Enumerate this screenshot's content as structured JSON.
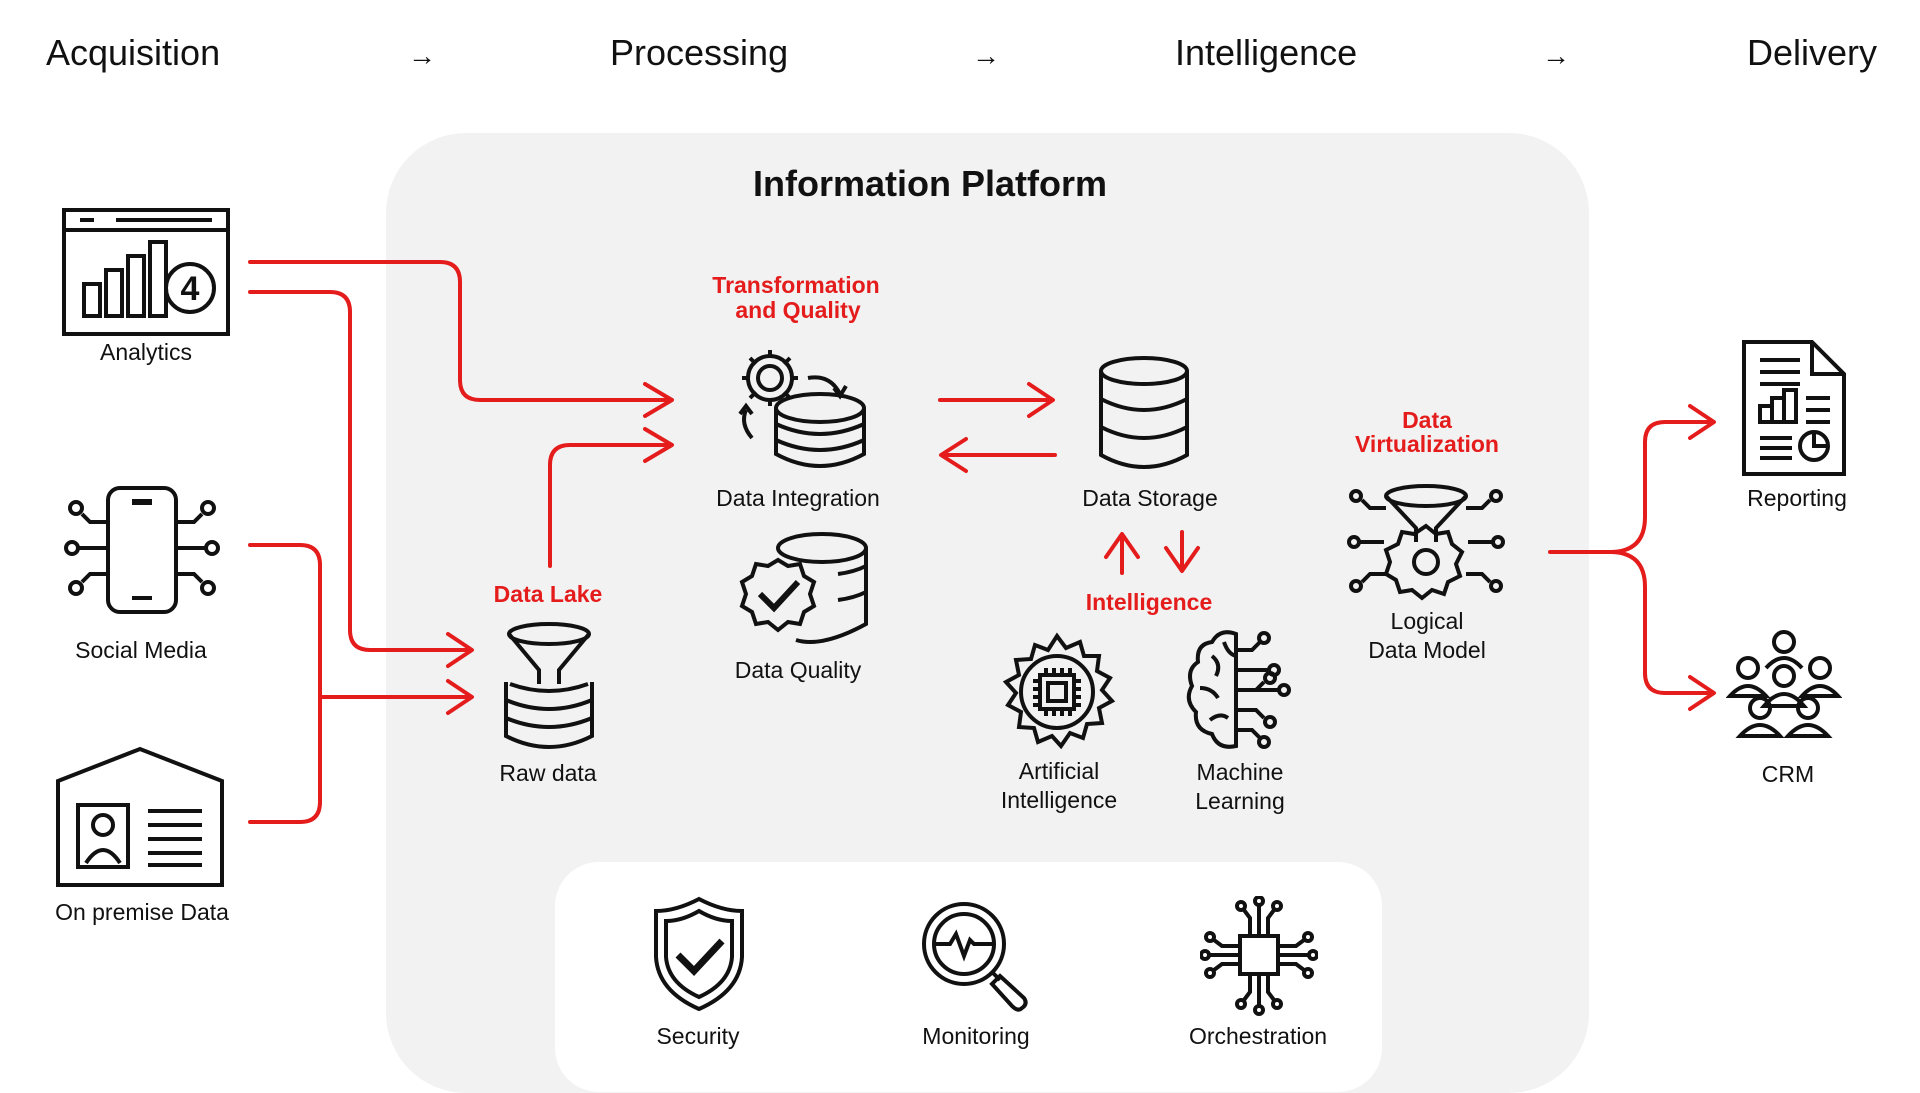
{
  "stages": {
    "acquisition": "Acquisition",
    "processing": "Processing",
    "intelligence": "Intelligence",
    "delivery": "Delivery",
    "arrow": "→"
  },
  "platform": {
    "title": "Information Platform"
  },
  "sources": {
    "analytics": "Analytics",
    "social_media": "Social Media",
    "on_premise": "On premise Data"
  },
  "processing": {
    "data_lake_heading": "Data Lake",
    "raw_data": "Raw data",
    "transformation_heading_line1": "Transformation",
    "transformation_heading_line2": "and Quality",
    "data_integration": "Data Integration",
    "data_quality": "Data Quality",
    "data_storage": "Data Storage",
    "intelligence_heading": "Intelligence",
    "ai_line1": "Artificial",
    "ai_line2": "Intelligence",
    "ml_line1": "Machine",
    "ml_line2": "Learning",
    "virtualization_line1": "Data",
    "virtualization_line2": "Virtualization",
    "ldm_line1": "Logical",
    "ldm_line2": "Data Model"
  },
  "services": {
    "security": "Security",
    "monitoring": "Monitoring",
    "orchestration": "Orchestration"
  },
  "delivery": {
    "reporting": "Reporting",
    "crm": "CRM"
  },
  "colors": {
    "accent": "#e51c1c",
    "platform_bg": "#f2f2f2",
    "ink": "#111111"
  }
}
